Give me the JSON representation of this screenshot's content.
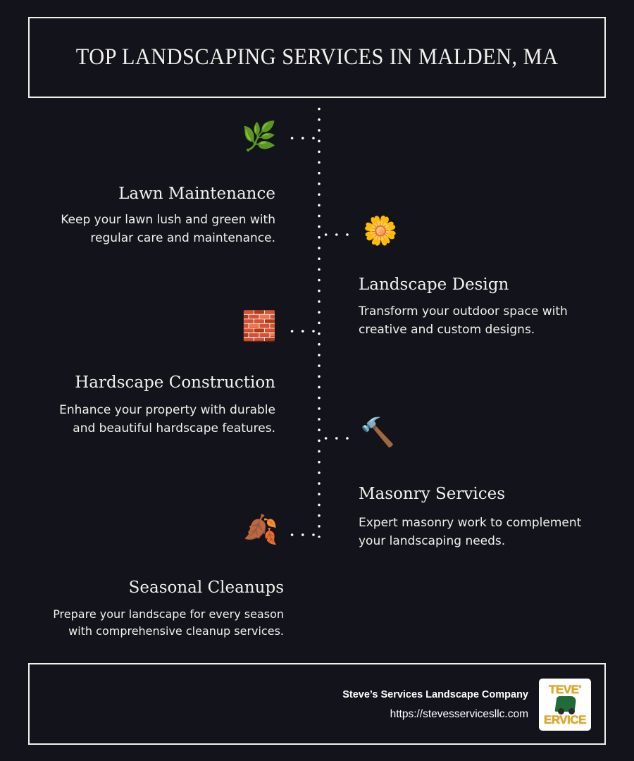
{
  "header": {
    "title": "TOP LANDSCAPING SERVICES IN MALDEN, MA"
  },
  "services": [
    {
      "title": "Lawn Maintenance",
      "description_lines": [
        "Keep your lawn lush and green with",
        "regular care and maintenance."
      ],
      "icon": "herb-icon",
      "glyph": "🌿",
      "side": "left"
    },
    {
      "title": "Landscape Design",
      "description_lines": [
        "Transform your outdoor space with",
        "creative and custom designs."
      ],
      "icon": "sunflower-icon",
      "glyph": "🌼",
      "side": "right"
    },
    {
      "title": "Hardscape Construction",
      "description_lines": [
        "Enhance your property with durable",
        "and beautiful hardscape features."
      ],
      "icon": "brick-icon",
      "glyph": "🧱",
      "side": "left"
    },
    {
      "title": "Masonry Services",
      "description_lines": [
        "Expert masonry work to complement",
        "your landscaping needs."
      ],
      "icon": "hammer-icon",
      "glyph": "🔨",
      "side": "right"
    },
    {
      "title": "Seasonal Cleanups",
      "description_lines": [
        "Prepare your landscape for every season",
        "with comprehensive cleanup services."
      ],
      "icon": "fallen-leaf-icon",
      "glyph": "🍂",
      "side": "left"
    }
  ],
  "footer": {
    "company": "Steve’s Services Landscape Company",
    "url": "https://stevesservicesllc.com",
    "logo": {
      "top_text": "TEVE'",
      "bottom_text": "ERVICE"
    }
  },
  "colors": {
    "background": "#12131b",
    "text": "#f3f1ec",
    "logo_gold": "#e2a91c",
    "logo_green": "#1f6b3a"
  }
}
